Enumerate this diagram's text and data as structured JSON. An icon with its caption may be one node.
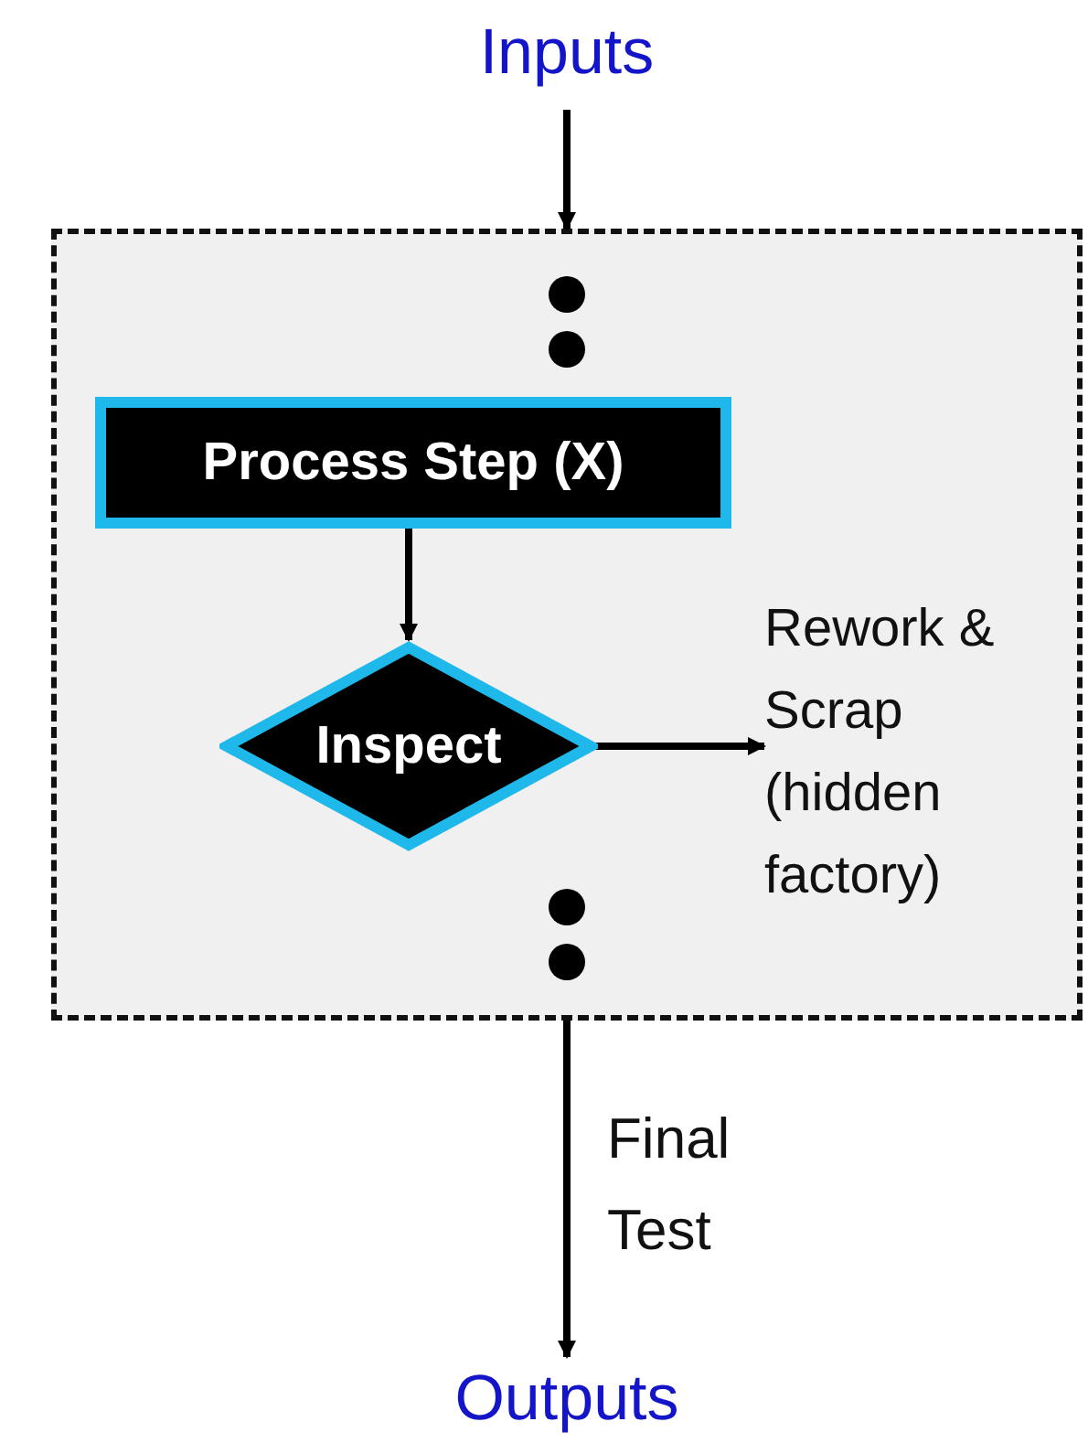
{
  "diagram": {
    "nodes": [
      {
        "text": [
          "Inputs"
        ]
      },
      {
        "text": [],
        "shape": "box"
      },
      {
        "text": [
          "Process Step (X)"
        ],
        "in": 1
      },
      {
        "text": [
          "Inspect"
        ],
        "in": 1
      },
      {
        "text": [
          "Rework & Scrap (hidden factory)"
        ],
        "in": 1
      },
      {
        "text": [
          "Outputs"
        ]
      }
    ],
    "edges": [
      {
        "from": 0,
        "to": 1,
        "arrow": "to"
      },
      {
        "from": 2,
        "to": 3,
        "arrow": "to"
      },
      {
        "from": 3,
        "to": 4,
        "arrow": "to"
      },
      {
        "from": 1,
        "to": 5,
        "arrow": "to",
        "label": "Final Test"
      }
    ]
  }
}
